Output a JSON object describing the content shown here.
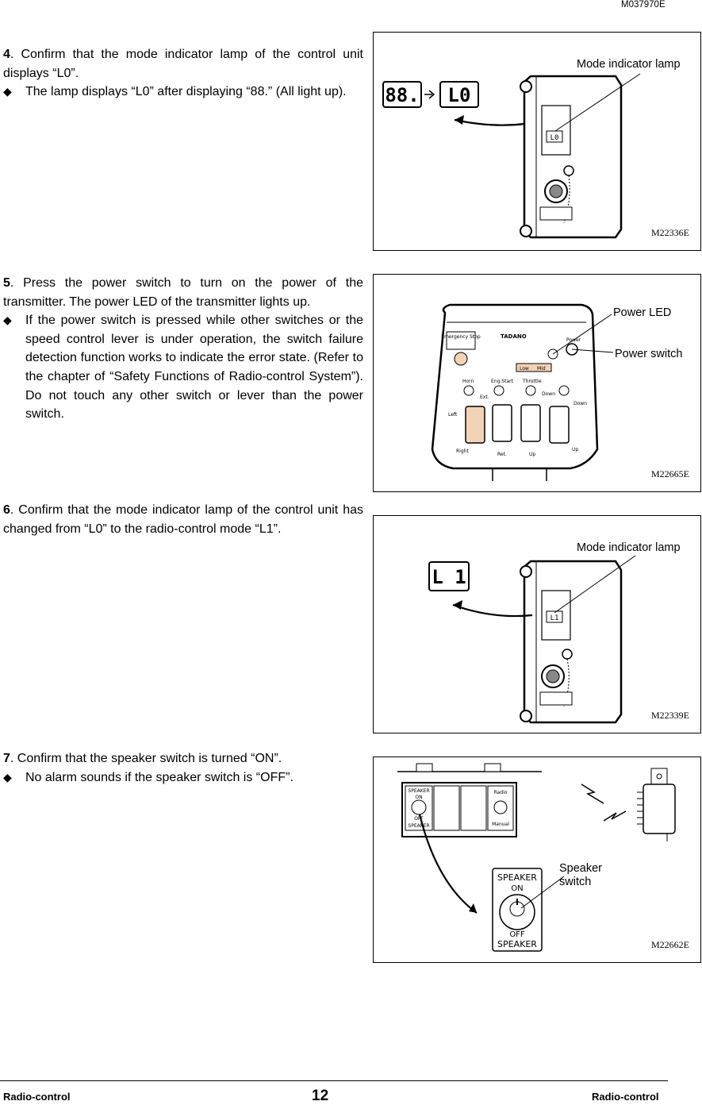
{
  "doc_code": "M037970E",
  "steps": [
    {
      "num": "4",
      "text": ". Confirm that the mode indicator lamp of the control unit displays “L0”.",
      "bullets": [
        "The lamp displays “L0” after displaying “88.” (All light up)."
      ],
      "figure": {
        "id": "M22336E",
        "callouts": [
          "Mode indicator lamp"
        ],
        "display_a": "88.",
        "display_b": "L0",
        "panel_display": "L0"
      }
    },
    {
      "num": "5",
      "text": ". Press the power switch to turn on the power of the transmitter. The power LED of the transmitter lights up.",
      "bullets": [
        "If the power switch is pressed while other switches or the speed control lever is under operation, the switch failure detection function works to indicate the error state. (Refer to the chapter of “Safety Functions of Radio-control System”). Do not touch any other switch or lever than the power switch."
      ],
      "figure": {
        "id": "M22665E",
        "callouts": [
          "Power LED",
          "Power switch"
        ],
        "labels": {
          "emergency": "Emergency Stop",
          "brand": "TADANO",
          "power": "Power",
          "low": "Low",
          "mid": "Mid",
          "horn": "Horn",
          "eng_start": "Eng.Start",
          "throttle": "Throttle",
          "ext": "Ext.",
          "down1": "Down",
          "down2": "Down",
          "left": "Left",
          "right": "Right",
          "ret": "Ret.",
          "up1": "Up",
          "up2": "Up"
        }
      }
    },
    {
      "num": "6",
      "text": ". Confirm that the mode indicator lamp of the control unit has changed from “L0” to the radio-control mode “L1”.",
      "bullets": [],
      "figure": {
        "id": "M22339E",
        "callouts": [
          "Mode indicator lamp"
        ],
        "display": "L 1",
        "panel_display": "L1"
      }
    },
    {
      "num": "7",
      "text": ". Confirm that the speaker switch is turned “ON”.",
      "bullets": [
        "No alarm sounds if the speaker switch is “OFF”."
      ],
      "figure": {
        "id": "M22662E",
        "callouts": [
          "Speaker switch"
        ],
        "labels": {
          "speaker_top": "SPEAKER",
          "on": "ON",
          "off": "OFF",
          "speaker_bottom": "SPEAKER",
          "small_speaker_top": "SPEAKER",
          "small_on": "ON",
          "small_off": "OFF",
          "small_speaker_bottom": "SPEAKER",
          "radio": "Radio",
          "manual": "Manual"
        }
      }
    }
  ],
  "footer": {
    "left": "Radio-control",
    "page": "12",
    "right": "Radio-control"
  }
}
